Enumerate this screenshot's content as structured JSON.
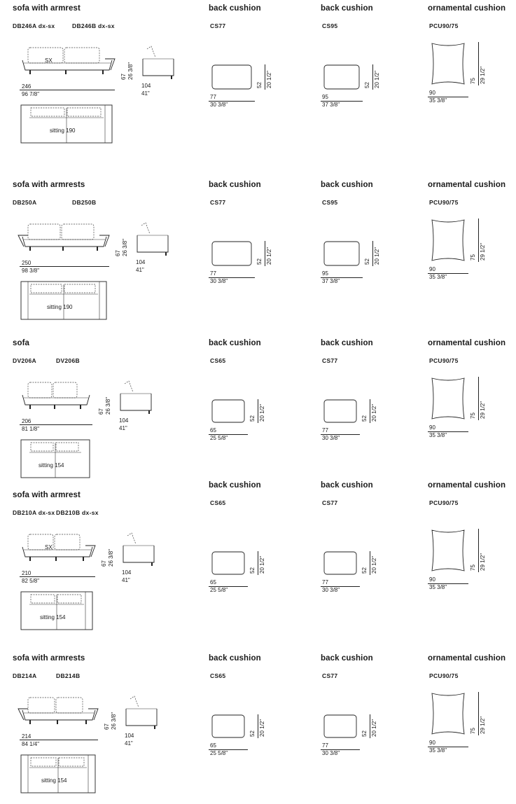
{
  "rows": [
    {
      "sofa": {
        "title": "sofa with armrest",
        "codes": [
          "DB246A dx-sx",
          "DB246B dx-sx"
        ],
        "side_label": "SX",
        "height_cm": "67",
        "height_in": "26 3/8\"",
        "width_cm": "246",
        "width_in": "96 7/8\"",
        "depth_cm": "104",
        "depth_in": "41\"",
        "sitting": "sitting 190"
      },
      "c1": {
        "title": "back cushion",
        "code": "CS77",
        "w_cm": "77",
        "w_in": "30 3/8\"",
        "h_cm": "52",
        "h_in": "20 1/2\""
      },
      "c2": {
        "title": "back cushion",
        "code": "CS95",
        "w_cm": "95",
        "w_in": "37 3/8\"",
        "h_cm": "52",
        "h_in": "20 1/2\""
      },
      "c3": {
        "title": "ornamental cushion",
        "code": "PCU90/75",
        "w_cm": "90",
        "w_in": "35 3/8\"",
        "h_cm": "75",
        "h_in": "29 1/2\""
      }
    },
    {
      "sofa": {
        "title": "sofa with armrests",
        "codes": [
          "DB250A",
          "DB250B"
        ],
        "side_label": "",
        "height_cm": "67",
        "height_in": "26 3/8\"",
        "width_cm": "250",
        "width_in": "98 3/8\"",
        "depth_cm": "104",
        "depth_in": "41\"",
        "sitting": "sitting 190"
      },
      "c1": {
        "title": "back cushion",
        "code": "CS77",
        "w_cm": "77",
        "w_in": "30 3/8\"",
        "h_cm": "52",
        "h_in": "20 1/2\""
      },
      "c2": {
        "title": "back cushion",
        "code": "CS95",
        "w_cm": "95",
        "w_in": "37 3/8\"",
        "h_cm": "52",
        "h_in": "20 1/2\""
      },
      "c3": {
        "title": "ornamental cushion",
        "code": "PCU90/75",
        "w_cm": "90",
        "w_in": "35 3/8\"",
        "h_cm": "75",
        "h_in": "29 1/2\""
      }
    },
    {
      "sofa": {
        "title": "sofa",
        "codes": [
          "DV206A",
          "DV206B"
        ],
        "side_label": "",
        "height_cm": "67",
        "height_in": "26 3/8\"",
        "width_cm": "206",
        "width_in": "81 1/8\"",
        "depth_cm": "104",
        "depth_in": "41\"",
        "sitting": "sitting 154"
      },
      "c1": {
        "title": "back cushion",
        "code": "CS65",
        "w_cm": "65",
        "w_in": "25 5/8\"",
        "h_cm": "52",
        "h_in": "20 1/2\""
      },
      "c2": {
        "title": "back cushion",
        "code": "CS77",
        "w_cm": "77",
        "w_in": "30 3/8\"",
        "h_cm": "52",
        "h_in": "20 1/2\""
      },
      "c3": {
        "title": "ornamental cushion",
        "code": "PCU90/75",
        "w_cm": "90",
        "w_in": "35 3/8\"",
        "h_cm": "75",
        "h_in": "29 1/2\""
      }
    },
    {
      "sofa": {
        "title": "sofa with armrest",
        "codes": [
          "DB210A dx-sx",
          "DB210B dx-sx"
        ],
        "side_label": "SX",
        "height_cm": "67",
        "height_in": "26 3/8\"",
        "width_cm": "210",
        "width_in": "82 5/8\"",
        "depth_cm": "104",
        "depth_in": "41\"",
        "sitting": "sitting 154"
      },
      "c1": {
        "title": "back cushion",
        "code": "CS65",
        "w_cm": "65",
        "w_in": "25 5/8\"",
        "h_cm": "52",
        "h_in": "20 1/2\""
      },
      "c2": {
        "title": "back cushion",
        "code": "CS77",
        "w_cm": "77",
        "w_in": "30 3/8\"",
        "h_cm": "52",
        "h_in": "20 1/2\""
      },
      "c3": {
        "title": "ornamental cushion",
        "code": "PCU90/75",
        "w_cm": "90",
        "w_in": "35 3/8\"",
        "h_cm": "75",
        "h_in": "29 1/2\""
      }
    },
    {
      "sofa": {
        "title": "sofa with armrests",
        "codes": [
          "DB214A",
          "DB214B"
        ],
        "side_label": "",
        "height_cm": "67",
        "height_in": "26 3/8\"",
        "width_cm": "214",
        "width_in": "84 1/4\"",
        "depth_cm": "104",
        "depth_in": "41\"",
        "sitting": "sitting 154"
      },
      "c1": {
        "title": "back cushion",
        "code": "CS65",
        "w_cm": "65",
        "w_in": "25 5/8\"",
        "h_cm": "52",
        "h_in": "20 1/2\""
      },
      "c2": {
        "title": "back cushion",
        "code": "CS77",
        "w_cm": "77",
        "w_in": "30 3/8\"",
        "h_cm": "52",
        "h_in": "20 1/2\""
      },
      "c3": {
        "title": "ornamental cushion",
        "code": "PCU90/75",
        "w_cm": "90",
        "w_in": "35 3/8\"",
        "h_cm": "75",
        "h_in": "29 1/2\""
      }
    }
  ]
}
